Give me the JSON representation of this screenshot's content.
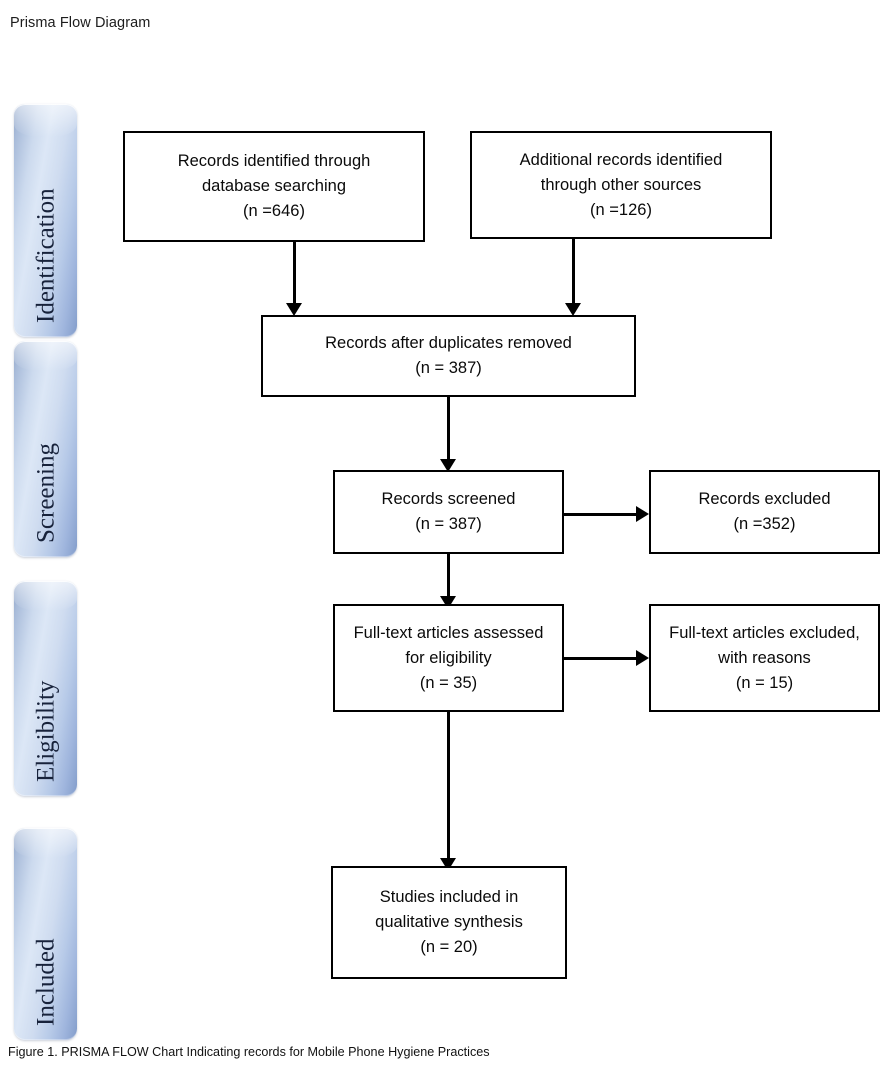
{
  "page": {
    "title": "Prisma Flow Diagram",
    "caption": "Figure 1. PRISMA FLOW Chart Indicating records for Mobile Phone Hygiene Practices"
  },
  "colors": {
    "box_border": "#000000",
    "box_background": "#ffffff",
    "stage_bar_light": "#dce7f6",
    "stage_bar_mid": "#b7cae8",
    "stage_bar_dark": "#7f99c8",
    "stage_label_text": "#17223b",
    "connector": "#000000"
  },
  "stages": [
    {
      "id": "identification",
      "label": "Identification"
    },
    {
      "id": "screening",
      "label": "Screening"
    },
    {
      "id": "eligibility",
      "label": "Eligibility"
    },
    {
      "id": "included",
      "label": "Included"
    }
  ],
  "boxes": {
    "database_records": {
      "line1": "Records identified through",
      "line2": "database searching",
      "line3": "(n =646)"
    },
    "other_sources": {
      "line1": "Additional records identified",
      "line2": "through other sources",
      "line3": "(n =126)"
    },
    "duplicates_removed": {
      "line1": "Records after duplicates removed",
      "line2": "(n = 387)"
    },
    "records_screened": {
      "line1": "Records screened",
      "line2": "(n = 387)"
    },
    "records_excluded": {
      "line1": "Records excluded",
      "line2": "(n =352)"
    },
    "fulltext_assessed": {
      "line1": "Full-text articles assessed",
      "line2": "for eligibility",
      "line3": "(n = 35)"
    },
    "fulltext_excluded": {
      "line1": "Full-text articles excluded,",
      "line2": "with reasons",
      "line3": "(n = 15)"
    },
    "studies_included": {
      "line1": "Studies included in",
      "line2": "qualitative synthesis",
      "line3": "(n = 20)"
    }
  },
  "chart_data": {
    "type": "diagram",
    "title": "Prisma Flow Diagram",
    "subtitle": "Figure 1. PRISMA FLOW Chart Indicating records for Mobile Phone Hygiene Practices",
    "stages": [
      "Identification",
      "Screening",
      "Eligibility",
      "Included"
    ],
    "nodes": [
      {
        "id": "database_records",
        "stage": "Identification",
        "label": "Records identified through database searching",
        "n": 646
      },
      {
        "id": "other_sources",
        "stage": "Identification",
        "label": "Additional records identified through other sources",
        "n": 126
      },
      {
        "id": "duplicates_removed",
        "stage": "Screening",
        "label": "Records after duplicates removed",
        "n": 387
      },
      {
        "id": "records_screened",
        "stage": "Screening",
        "label": "Records screened",
        "n": 387
      },
      {
        "id": "records_excluded",
        "stage": "Screening",
        "label": "Records excluded",
        "n": 352
      },
      {
        "id": "fulltext_assessed",
        "stage": "Eligibility",
        "label": "Full-text articles assessed for eligibility",
        "n": 35
      },
      {
        "id": "fulltext_excluded",
        "stage": "Eligibility",
        "label": "Full-text articles excluded, with reasons",
        "n": 15
      },
      {
        "id": "studies_included",
        "stage": "Included",
        "label": "Studies included in qualitative synthesis",
        "n": 20
      }
    ],
    "edges": [
      {
        "from": "database_records",
        "to": "duplicates_removed",
        "direction": "down"
      },
      {
        "from": "other_sources",
        "to": "duplicates_removed",
        "direction": "down"
      },
      {
        "from": "duplicates_removed",
        "to": "records_screened",
        "direction": "down"
      },
      {
        "from": "records_screened",
        "to": "records_excluded",
        "direction": "right"
      },
      {
        "from": "records_screened",
        "to": "fulltext_assessed",
        "direction": "down"
      },
      {
        "from": "fulltext_assessed",
        "to": "fulltext_excluded",
        "direction": "right"
      },
      {
        "from": "fulltext_assessed",
        "to": "studies_included",
        "direction": "down"
      }
    ]
  }
}
